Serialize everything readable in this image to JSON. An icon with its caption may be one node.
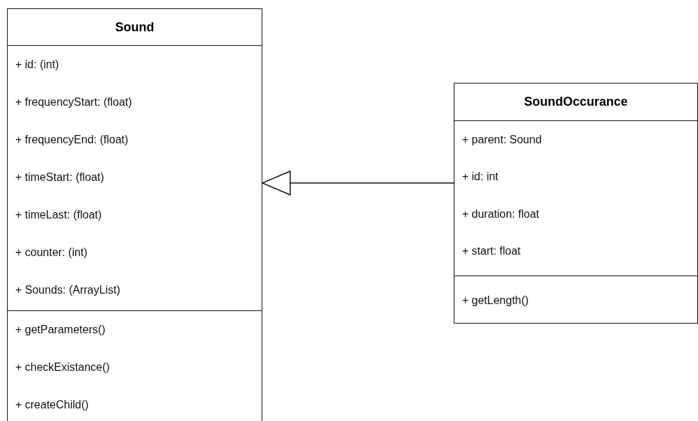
{
  "diagram": {
    "nodes": [
      {
        "text": [
          "Sound",
          "+ id: (int)",
          "+ frequencyStart: (float)",
          "+ frequencyEnd: (float)",
          "+ timeStart: (float)",
          "+ timeLast: (float)",
          "+ counter: (int)",
          "+ Sounds: (ArrayList)",
          "+ getParameters()",
          "+ checkExistance()",
          "+ createChild()"
        ]
      },
      {
        "text": [
          "SoundOccurance",
          "+ parent: Sound",
          "+ id: int",
          "+ duration: float",
          "+ start: float",
          "+ getLength()"
        ]
      }
    ],
    "edges": [
      {
        "from": 1,
        "to": 0,
        "arrow": "to"
      }
    ]
  }
}
